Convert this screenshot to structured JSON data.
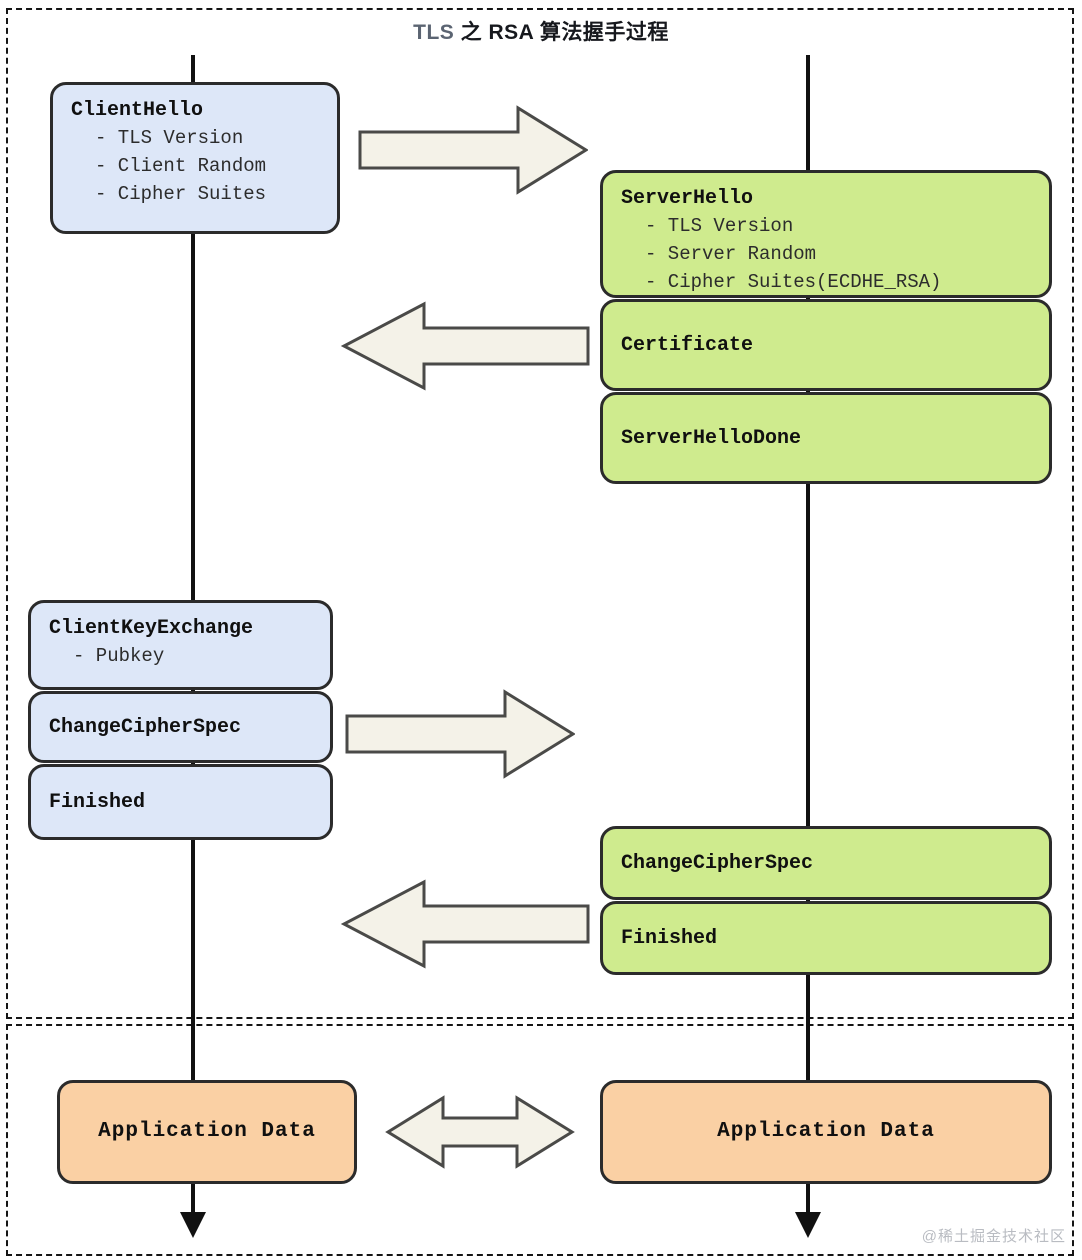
{
  "title": {
    "tls_word": "TLS",
    "rest": " 之 RSA 算法握手过程",
    "full": "TLS 之 RSA 算法握手过程"
  },
  "colors": {
    "client_box": "#dde7f8",
    "server_box": "#cfeb8e",
    "appdata_box": "#fad0a4",
    "arrow_fill": "#f4f2e8",
    "arrow_stroke": "#4a4a48",
    "lifeline": "#111111",
    "border": "#2b2b2b",
    "title_accent": "#5b6472"
  },
  "lifelines": {
    "client_label": "client-lifeline",
    "server_label": "server-lifeline"
  },
  "phases": {
    "handshake": "handshake-phase",
    "application": "application-data-phase"
  },
  "boxes": {
    "client_hello": {
      "title": "ClientHello",
      "lines": [
        "- TLS Version",
        "- Client Random",
        "- Cipher Suites"
      ]
    },
    "server_hello": {
      "title": "ServerHello",
      "lines": [
        "- TLS Version",
        "- Server Random",
        "- Cipher Suites(ECDHE_RSA)"
      ]
    },
    "certificate": {
      "title": "Certificate"
    },
    "server_hello_done": {
      "title": "ServerHelloDone"
    },
    "client_key_exchange": {
      "title": "ClientKeyExchange",
      "lines": [
        "- Pubkey"
      ]
    },
    "client_change_cipher_spec": {
      "title": "ChangeCipherSpec"
    },
    "client_finished": {
      "title": "Finished"
    },
    "server_change_cipher_spec": {
      "title": "ChangeCipherSpec"
    },
    "server_finished": {
      "title": "Finished"
    },
    "app_data_client": {
      "title": "Application Data"
    },
    "app_data_server": {
      "title": "Application Data"
    }
  },
  "arrows": {
    "client_hello_to_server": "right",
    "server_hello_to_client": "left",
    "client_key_to_server": "right",
    "server_finished_to_client": "left",
    "app_data_bidirectional": "both"
  },
  "watermark": "@稀土掘金技术社区"
}
